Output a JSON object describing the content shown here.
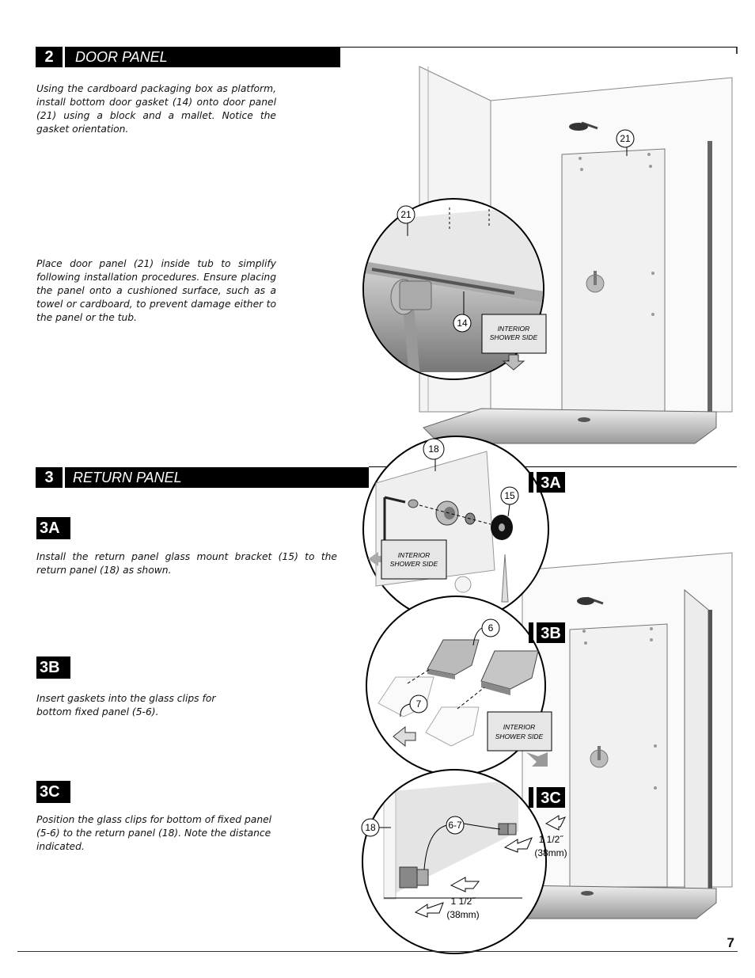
{
  "step2": {
    "number": "2",
    "title": "DOOR PANEL",
    "para1": "Using the cardboard packaging box as platform, install bottom door gasket (14) onto door panel (21) using a block and a mallet. Notice the gasket orientation.",
    "para2": "Place door panel (21) inside tub to simplify following installation procedures. Ensure placing the panel onto a cushioned surface, such as a towel or cardboard, to prevent damage either to the panel or the tub."
  },
  "step3": {
    "number": "3",
    "title": "RETURN PANEL",
    "sub3a": {
      "tag": "3A",
      "text": "Install the return panel glass mount bracket (15) to the return panel (18) as shown."
    },
    "sub3b": {
      "tag": "3B",
      "text": "Insert gaskets into the glass clips for bottom fixed panel (5-6)."
    },
    "sub3c": {
      "tag": "3C",
      "text": "Position the glass clips for bottom of fixed panel (5-6) to the return panel (18). Note the distance indicated."
    }
  },
  "callouts": {
    "c21a": "21",
    "c21b": "21",
    "c14": "14",
    "c18a": "18",
    "c15": "15",
    "c6": "6",
    "c7": "7",
    "c18b": "18",
    "c67": "6-7"
  },
  "labels": {
    "interior1": [
      "INTERIOR",
      "SHOWER SIDE"
    ],
    "interior2": [
      "INTERIOR",
      "SHOWER SIDE"
    ],
    "interior3": [
      "INTERIOR",
      "SHOWER SIDE"
    ],
    "dim1": [
      "1 1/2˝",
      "(38mm)"
    ],
    "dim2": [
      "1 1/2˝",
      "(38mm)"
    ]
  },
  "figure_tags": {
    "t3a": "3A",
    "t3b": "3B",
    "t3c": "3C"
  },
  "page_number": "7"
}
